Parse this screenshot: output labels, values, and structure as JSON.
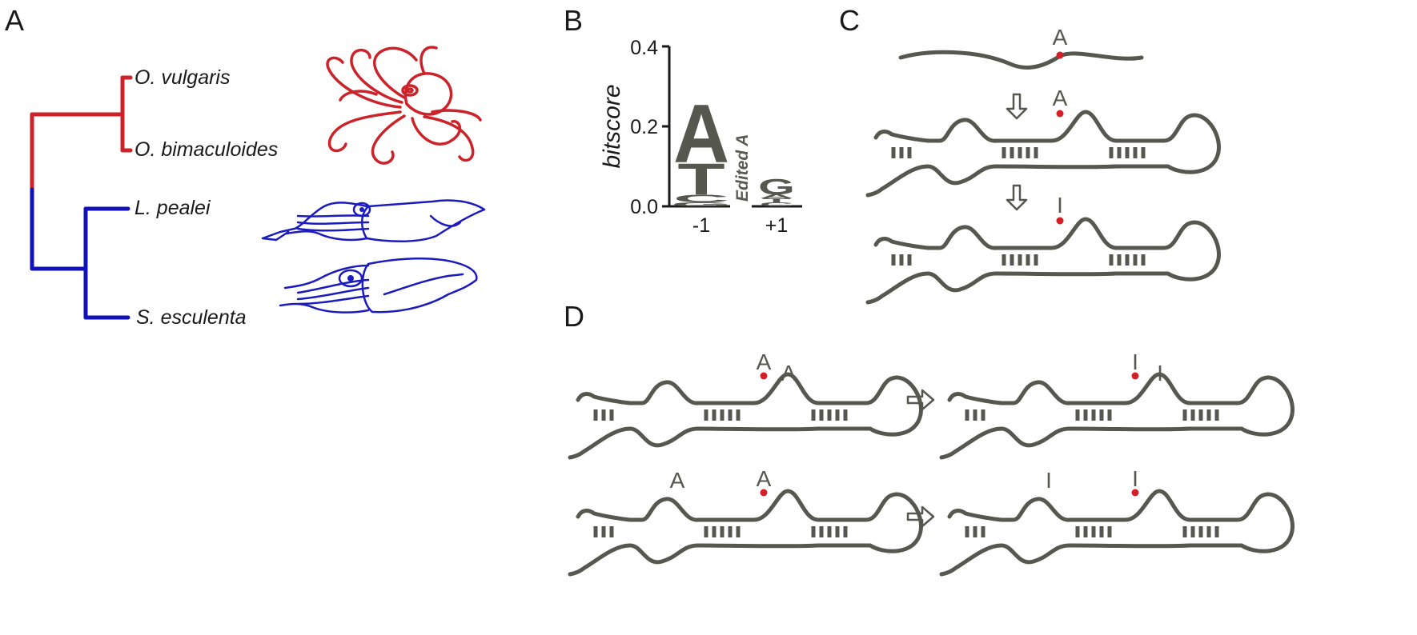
{
  "panels": {
    "a": {
      "letter": "A",
      "species": [
        "O. vulgaris",
        "O. bimaculoides",
        "L. pealei",
        "S. esculenta"
      ],
      "colors": {
        "octopus": "#cc2229",
        "squid": "#1111bb"
      }
    },
    "b": {
      "letter": "B",
      "ylabel": "bitscore",
      "yticks": [
        "0.4",
        "0.2",
        "0.0"
      ],
      "xticks": [
        "-1",
        "+1"
      ],
      "edited_label": "Edited A"
    },
    "c": {
      "letter": "C",
      "labels": [
        "A",
        "A",
        "I"
      ]
    },
    "d": {
      "letter": "D",
      "row1_left": [
        "A",
        "A"
      ],
      "row1_right": [
        "I",
        "I"
      ],
      "row2_left": [
        "A",
        "A"
      ],
      "row2_right": [
        "I",
        "I"
      ]
    }
  },
  "chart_data": {
    "type": "sequence-logo",
    "ylabel": "bitscore",
    "ylim": [
      0,
      0.4
    ],
    "positions": [
      {
        "position": "-1",
        "letters": [
          {
            "base": "A",
            "height": 0.15
          },
          {
            "base": "T",
            "height": 0.08
          },
          {
            "base": "C",
            "height": 0.02
          },
          {
            "base": "G",
            "height": 0.01
          }
        ]
      },
      {
        "position": "+1",
        "letters": [
          {
            "base": "G",
            "height": 0.04
          },
          {
            "base": "A",
            "height": 0.01
          },
          {
            "base": "T",
            "height": 0.01
          },
          {
            "base": "C",
            "height": 0.01
          }
        ]
      }
    ],
    "logo_color": "#56574f"
  }
}
